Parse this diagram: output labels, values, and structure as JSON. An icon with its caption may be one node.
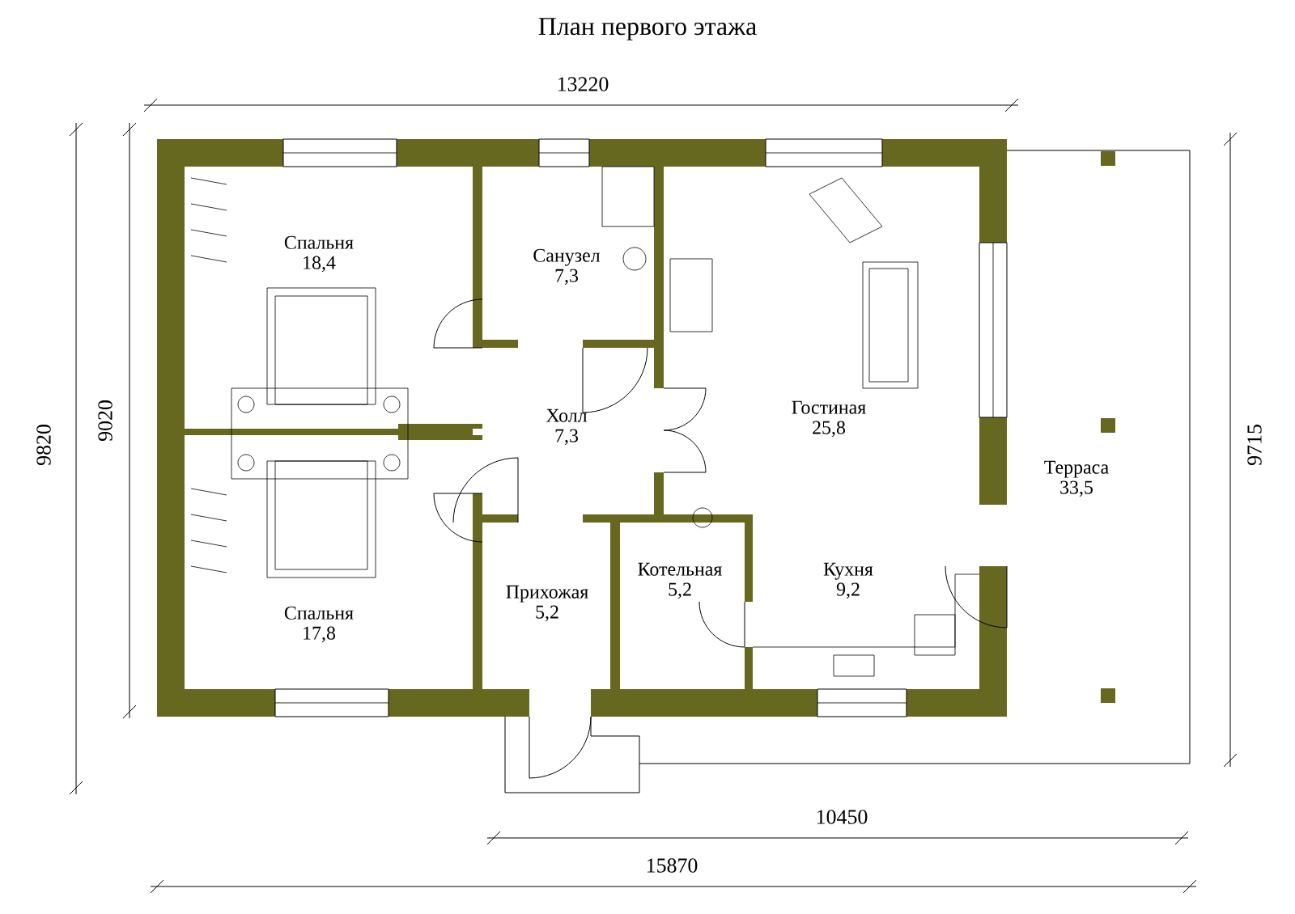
{
  "diagram": {
    "title": "План первого этажа",
    "nodes": [
      {
        "text": [
          "Спальня",
          "18,4"
        ]
      },
      {
        "text": [
          "Санузел",
          "7,3"
        ]
      },
      {
        "text": [
          "Холл",
          "7,3"
        ]
      },
      {
        "text": [
          "Гостиная",
          "25,8"
        ]
      },
      {
        "text": [
          "Терраса",
          "33,5"
        ]
      },
      {
        "text": [
          "Котельная",
          "5,2"
        ]
      },
      {
        "text": [
          "Кухня",
          "9,2"
        ]
      },
      {
        "text": [
          "Прихожая",
          "5,2"
        ]
      },
      {
        "text": [
          "Спальня",
          "17,8"
        ]
      }
    ],
    "labels": [
      "13220",
      "9820",
      "9020",
      "9715",
      "10450",
      "15870"
    ]
  }
}
